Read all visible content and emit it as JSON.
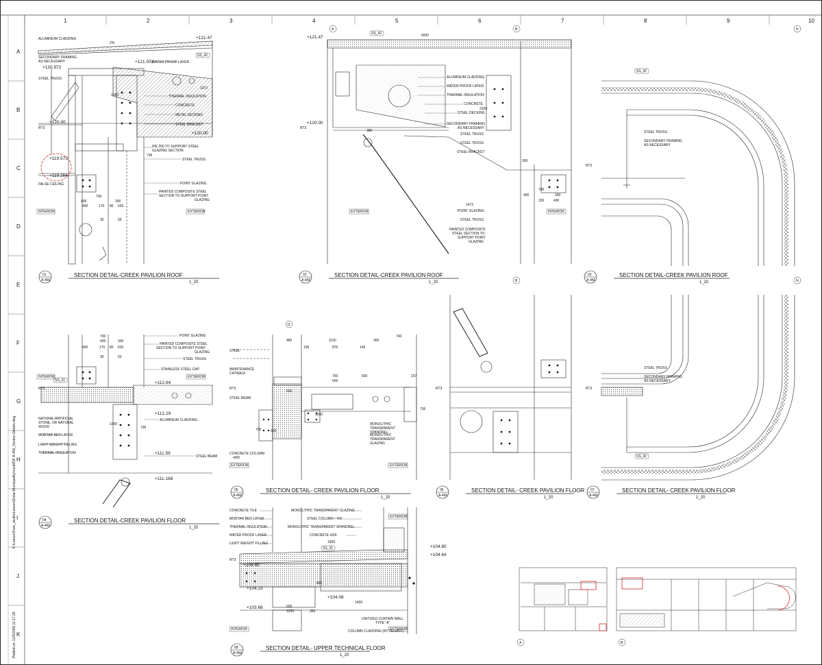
{
  "grid": {
    "columns": [
      "1",
      "2",
      "3",
      "4",
      "5",
      "6",
      "7",
      "8",
      "9",
      "10"
    ],
    "rows": [
      "A",
      "B",
      "C",
      "D",
      "E",
      "F",
      "G",
      "H",
      "I",
      "J",
      "K"
    ]
  },
  "side_text": {
    "path": "K:\\Leevon\\Fare_studio\\Leevon\\Dubai Municipality\\munMDF A-466_Section Details.dwg",
    "plotted": "Plotted on: 11/5/2009 11:17:28"
  },
  "details": [
    {
      "num": "01",
      "sheet": "A-466",
      "title": "SECTION DETAIL-CREEK PAVILION ROOF",
      "scale": "1_20"
    },
    {
      "num": "02",
      "sheet": "A-466",
      "title": "SECTION DETAIL-CREEK PAVILION ROOF",
      "scale": "1_20"
    },
    {
      "num": "03",
      "sheet": "A-466",
      "title": "SECTION DETAIL-CREEK PAVILION ROOF",
      "scale": "1_20"
    },
    {
      "num": "04",
      "sheet": "A-466",
      "title": "SECTION  DETAIL-CREEK PAVILION FLOOR",
      "scale": "1_20"
    },
    {
      "num": "05",
      "sheet": "A-466",
      "title": "SECTION  DETAIL- CREEK PAVILION FLOOR",
      "scale": "1_20"
    },
    {
      "num": "06",
      "sheet": "A-466",
      "title": "SECTION  DETAIL- CREEK PAVILION FLOOR",
      "scale": "1_20"
    },
    {
      "num": "07",
      "sheet": "A-466",
      "title": "SECTION  DETAIL- CREEK PAVILION FLOOR",
      "scale": "1_20"
    },
    {
      "num": "08",
      "sheet": "A-466",
      "title": "SECTION  DETAIL- UPPER TECHNICAL FLOOR",
      "scale": "1_20"
    }
  ],
  "d1": {
    "labels": [
      "ALUMINIUM CLADDING",
      "SECONDARY FRAMING",
      "AS NECESSARY",
      "STEEL TRUSS",
      "WATER PROOF LAYER",
      "THERMAL INSULATION",
      "CONCRETE",
      "METAL DECKING",
      "STEEL BRACKET",
      "IPE 200 TO SUPPORT STEEL",
      "GLAZING SECTION",
      "STEEL TRUSS",
      "POINT GLAZING",
      "PAINTED COMPOSITE STEEL",
      "SECTION  TO SUPPORT POINT",
      "GLAZING",
      "FALSE CEILING"
    ],
    "levels": [
      "+121.47",
      "+120.972",
      "+121.072",
      "+120.00",
      "+120.00",
      "+119.572",
      "+119.264"
    ],
    "tags": [
      "RT3",
      "SS_42",
      "INTERIOR",
      "EXTERIOR"
    ],
    "dims": [
      "2%",
      "700",
      "400",
      "300",
      "400",
      "170",
      "80",
      "620",
      "30",
      "60",
      "1472",
      "1000",
      "736"
    ]
  },
  "d2": {
    "labels": [
      "ALUMINIUM CLADDING",
      "WATER PROOF LAYER",
      "THERMAL INSULATION",
      "CONCRETE",
      "STEEL DECKING",
      "SECONDARY FRAMING",
      "AS NECESSARY",
      "STEEL TRUSS",
      "STEEL TRUSS",
      "STEEL BRACKET",
      "POINT GLAZING",
      "STEEL TRUSS",
      "PAINTED COMPOSITE",
      "STEEL SECTION  TO",
      "SUPPORT POINT",
      "GLAZING"
    ],
    "levels": [
      "+121.47",
      "+120.00"
    ],
    "tags": [
      "A",
      "B",
      "SS_42",
      "RT3",
      "EXTERIOR",
      "INTERIOR"
    ],
    "dims": [
      "6000",
      "380",
      "300",
      "2200",
      "700",
      "400",
      "300",
      "150",
      "400",
      "1472"
    ]
  },
  "d3": {
    "labels": [
      "STEEL TRUSS",
      "SECONDARY FRAMING",
      "AS NECESSARY"
    ],
    "tags": [
      "N",
      "SS_42",
      "RT3"
    ]
  },
  "d4": {
    "labels": [
      "POINT GLAZING",
      "PAINTED COMPOSITE STEEL",
      "SECTION  TO SUPPORT POINT",
      "GLAZING",
      "STEEL TRUSS",
      "STAINLESS STEEL CAP",
      "ALUMINIUM CLADDING",
      "NATURAL/ARTIFICIAL",
      "STONE, OR NATURAL",
      "WOOD",
      "MORTAR BED LAYER",
      "LIGHT WEIGHT FILLING",
      "THERMAL INSULATION",
      "STEEL BEAM"
    ],
    "levels": [
      "+112.64",
      "+112.29",
      "+111.59",
      "+111.168"
    ],
    "tags": [
      "INTERIOR",
      "SS_31",
      "EXTERIOR",
      "RT3"
    ],
    "dims": [
      "700",
      "400",
      "300",
      "400",
      "170",
      "80",
      "620",
      "30",
      "60",
      "1000",
      "736"
    ]
  },
  "d5": {
    "labels": [
      "STEEL",
      "MAINTENANCE",
      "CATWALK",
      "STEEL BEAM",
      "MONOLITHIC",
      "TRANSPARENT",
      "SPANDREL",
      "MONOLITHIC",
      "TRANSPARENT",
      "GLAZING",
      "CONCRETE COLUMN",
      "•600"
    ],
    "tags": [
      "11",
      "RT3",
      "EXTERIOR",
      "EXTERIOR"
    ],
    "dims": [
      "480",
      "1150",
      "300",
      "740",
      "196",
      "870",
      "146",
      "700",
      "600",
      "600",
      "157",
      "600",
      "600",
      "1200",
      "736",
      "700"
    ]
  },
  "d6": {
    "tags": [
      "B",
      "RT3"
    ]
  },
  "d7": {
    "labels": [
      "STEEL TRUSS",
      "SECONDARY FRAMING",
      "AS NECESSARY"
    ],
    "tags": [
      "N",
      "SS_42",
      "RT3"
    ]
  },
  "d8": {
    "labels": [
      "CONCRETE TILE",
      "MORTAR BED LAYER",
      "THERMAL INSULATION",
      "WATER PROOF LAYER",
      "LIGHT WEIGHT FILLING",
      "MONOLITHIC TRANSPARENT GLAZING",
      "STEEL COLUMN • 400",
      "MONOLITHIC TRANSPARENT SPANDREL",
      "CONCRETE •600",
      "UNITIZED CURTAIN WALL",
      "TYPE \"A\"",
      "COLUMN CLADDING (BY TENANT)"
    ],
    "levels": [
      "+104.80",
      "+104.64",
      "+104.46",
      "+104.23",
      "+104.08",
      "+103.68"
    ],
    "tags": [
      "EXTERIOR",
      "SS_31",
      "RT3",
      "INTERIOR",
      "EXTERIOR"
    ],
    "dims": [
      "1500",
      "1400",
      "600",
      "1200",
      "800",
      "350"
    ]
  },
  "key_plan": {
    "tags": [
      "A",
      "B"
    ]
  }
}
